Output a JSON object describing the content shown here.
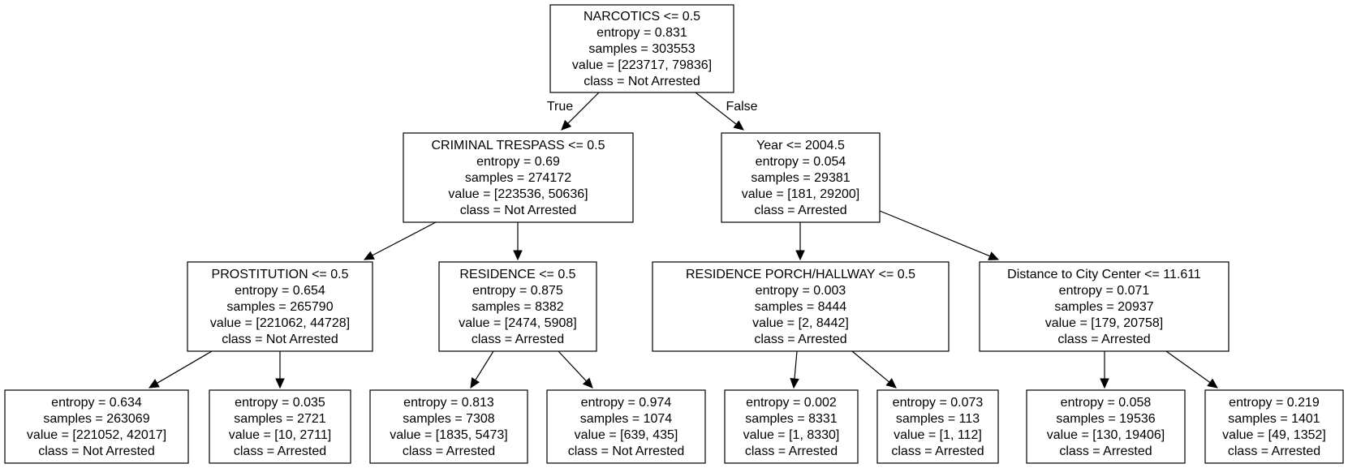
{
  "diagram": {
    "nodes": [
      {
        "id": "n0",
        "lines": [
          "NARCOTICS <= 0.5",
          "entropy = 0.831",
          "samples = 303553",
          "value = [223717, 79836]",
          "class = Not Arrested"
        ]
      },
      {
        "id": "n1",
        "lines": [
          "CRIMINAL TRESPASS <= 0.5",
          "entropy = 0.69",
          "samples = 274172",
          "value = [223536, 50636]",
          "class = Not Arrested"
        ]
      },
      {
        "id": "n2",
        "lines": [
          "Year <= 2004.5",
          "entropy = 0.054",
          "samples = 29381",
          "value = [181, 29200]",
          "class = Arrested"
        ]
      },
      {
        "id": "n3",
        "lines": [
          "PROSTITUTION <= 0.5",
          "entropy = 0.654",
          "samples = 265790",
          "value = [221062, 44728]",
          "class = Not Arrested"
        ]
      },
      {
        "id": "n4",
        "lines": [
          "RESIDENCE <= 0.5",
          "entropy = 0.875",
          "samples = 8382",
          "value = [2474, 5908]",
          "class = Arrested"
        ]
      },
      {
        "id": "n5",
        "lines": [
          "RESIDENCE PORCH/HALLWAY <= 0.5",
          "entropy = 0.003",
          "samples = 8444",
          "value = [2, 8442]",
          "class = Arrested"
        ]
      },
      {
        "id": "n6",
        "lines": [
          "Distance to City Center <= 11.611",
          "entropy = 0.071",
          "samples = 20937",
          "value = [179, 20758]",
          "class = Arrested"
        ]
      },
      {
        "id": "n7",
        "lines": [
          "entropy = 0.634",
          "samples = 263069",
          "value = [221052, 42017]",
          "class = Not Arrested"
        ]
      },
      {
        "id": "n8",
        "lines": [
          "entropy = 0.035",
          "samples = 2721",
          "value = [10, 2711]",
          "class = Arrested"
        ]
      },
      {
        "id": "n9",
        "lines": [
          "entropy = 0.813",
          "samples = 7308",
          "value = [1835, 5473]",
          "class = Arrested"
        ]
      },
      {
        "id": "n10",
        "lines": [
          "entropy = 0.974",
          "samples = 1074",
          "value = [639, 435]",
          "class = Not Arrested"
        ]
      },
      {
        "id": "n11",
        "lines": [
          "entropy = 0.002",
          "samples = 8331",
          "value = [1, 8330]",
          "class = Arrested"
        ]
      },
      {
        "id": "n12",
        "lines": [
          "entropy = 0.073",
          "samples = 113",
          "value = [1, 112]",
          "class = Arrested"
        ]
      },
      {
        "id": "n13",
        "lines": [
          "entropy = 0.058",
          "samples = 19536",
          "value = [130, 19406]",
          "class = Arrested"
        ]
      },
      {
        "id": "n14",
        "lines": [
          "entropy = 0.219",
          "samples = 1401",
          "value = [49, 1352]",
          "class = Arrested"
        ]
      }
    ],
    "edges": [
      {
        "from": "n0",
        "to": "n1",
        "label": "True"
      },
      {
        "from": "n0",
        "to": "n2",
        "label": "False"
      },
      {
        "from": "n1",
        "to": "n3"
      },
      {
        "from": "n1",
        "to": "n4"
      },
      {
        "from": "n2",
        "to": "n5"
      },
      {
        "from": "n2",
        "to": "n6"
      },
      {
        "from": "n3",
        "to": "n7"
      },
      {
        "from": "n3",
        "to": "n8"
      },
      {
        "from": "n4",
        "to": "n9"
      },
      {
        "from": "n4",
        "to": "n10"
      },
      {
        "from": "n5",
        "to": "n11"
      },
      {
        "from": "n5",
        "to": "n12"
      },
      {
        "from": "n6",
        "to": "n13"
      },
      {
        "from": "n6",
        "to": "n14"
      }
    ]
  }
}
